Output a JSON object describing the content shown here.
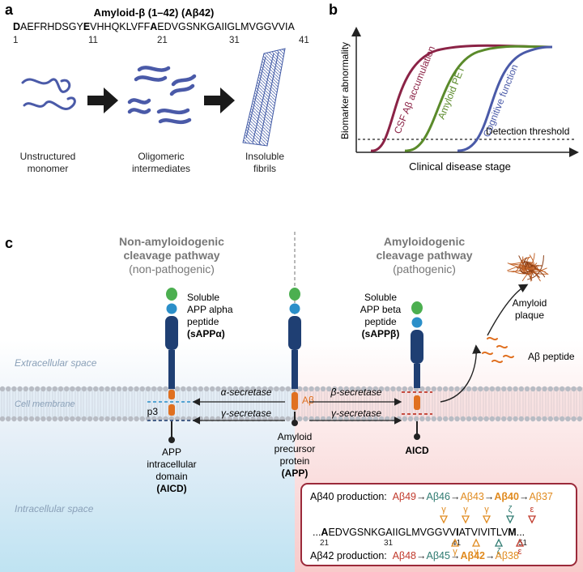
{
  "panel_a": {
    "label": "a",
    "title": "Amyloid-β (1–42) (Aβ42)",
    "sequence": [
      {
        "t": "D",
        "b": true
      },
      {
        "t": "AEFRHDSGY",
        "b": false
      },
      {
        "t": "E",
        "b": true
      },
      {
        "t": "VHHQKLVFF",
        "b": false
      },
      {
        "t": "A",
        "b": true
      },
      {
        "t": "EDVGSNKGAIIGLMVGGVVIA",
        "b": false
      }
    ],
    "positions": [
      "1",
      "11",
      "21",
      "31",
      "41"
    ],
    "stage1": [
      "Unstructured",
      "monomer"
    ],
    "stage2": [
      "Oligomeric",
      "intermediates"
    ],
    "stage3": [
      "Insoluble",
      "fibrils"
    ]
  },
  "panel_b": {
    "label": "b",
    "ylabel": "Biomarker abnormality",
    "xlabel": "Clinical disease stage",
    "threshold": "Detection threshold",
    "curves": [
      {
        "name": "CSF Aβ accumulation",
        "color": "#8b2346"
      },
      {
        "name": "Amyloid PET",
        "color": "#5a8a2a"
      },
      {
        "name": "Cognitive function",
        "color": "#4a5aa8"
      }
    ]
  },
  "panel_c": {
    "label": "c",
    "nonamyloid_title": [
      "Non-amyloidogenic",
      "cleavage pathway"
    ],
    "nonamyloid_sub": "(non-pathogenic)",
    "amyloid_title": [
      "Amyloidogenic",
      "cleavage pathway"
    ],
    "amyloid_sub": "(pathogenic)",
    "extracellular": "Extracellular space",
    "membrane": "Cell membrane",
    "intracellular": "Intracellular space",
    "sappa": [
      "Soluble",
      "APP alpha",
      "peptide"
    ],
    "sappa_abbr": "(sAPPα)",
    "sappb": [
      "Soluble",
      "APP beta",
      "peptide"
    ],
    "sappb_abbr": "(sAPPβ)",
    "alpha_secretase": "α-secretase",
    "beta_secretase": "β-secretase",
    "gamma_secretase": "γ-secretase",
    "abeta": "Aβ",
    "p3": "p3",
    "aicd_left": [
      "APP",
      "intracellular",
      "domain"
    ],
    "aicd_left_abbr": "(AICD)",
    "aicd_right": "AICD",
    "app": [
      "Amyloid",
      "precursor",
      "protein"
    ],
    "app_abbr": "(APP)",
    "plaque": [
      "Amyloid",
      "plaque"
    ],
    "peptide": "Aβ peptide",
    "box": {
      "ab40_label": "Aβ40 production:",
      "ab40_chain": [
        {
          "t": "Aβ49",
          "c": "#c0392b",
          "b": false
        },
        {
          "t": "→",
          "c": "#222",
          "b": false
        },
        {
          "t": "Aβ46",
          "c": "#2e7a70",
          "b": false
        },
        {
          "t": "→",
          "c": "#222",
          "b": false
        },
        {
          "t": "Aβ43",
          "c": "#e08a1e",
          "b": false
        },
        {
          "t": "→",
          "c": "#222",
          "b": false
        },
        {
          "t": "Aβ40",
          "c": "#e08a1e",
          "b": true
        },
        {
          "t": "→",
          "c": "#222",
          "b": false
        },
        {
          "t": "Aβ37",
          "c": "#e08a1e",
          "b": false
        }
      ],
      "seq_parts": [
        {
          "t": "...",
          "b": false
        },
        {
          "t": "A",
          "b": true
        },
        {
          "t": "EDVGSNKGAIIGLMVGGVV",
          "b": false
        },
        {
          "t": "I",
          "b": true
        },
        {
          "t": "ATVIVITLV",
          "b": false
        },
        {
          "t": "M",
          "b": true
        },
        {
          "t": "...",
          "b": false
        }
      ],
      "seq_pos": [
        "21",
        "31",
        "41",
        "51"
      ],
      "sym_gamma": "γ",
      "sym_zeta": "ζ",
      "sym_eps": "ε",
      "ab42_label": "Aβ42 production:",
      "ab42_chain": [
        {
          "t": "Aβ48",
          "c": "#c0392b",
          "b": false
        },
        {
          "t": "→",
          "c": "#222",
          "b": false
        },
        {
          "t": "Aβ45",
          "c": "#2e7a70",
          "b": false
        },
        {
          "t": "→",
          "c": "#222",
          "b": false
        },
        {
          "t": "Aβ42",
          "c": "#e08a1e",
          "b": true
        },
        {
          "t": "→",
          "c": "#222",
          "b": false
        },
        {
          "t": "Aβ38",
          "c": "#e08a1e",
          "b": false
        }
      ]
    }
  },
  "colors": {
    "blue_dark": "#1f3f73",
    "orange": "#e07020",
    "green": "#4caf50",
    "cyan": "#2b8fc9",
    "box_border": "#9b2a3a"
  }
}
